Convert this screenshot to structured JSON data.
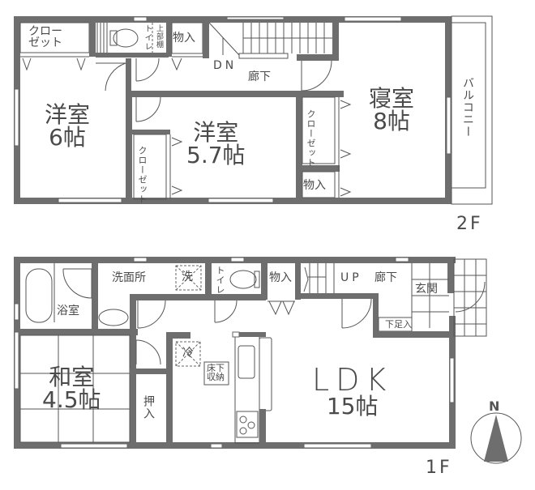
{
  "floor_plan": {
    "floor_2": {
      "label": "2F",
      "rooms": {
        "western_room_1": {
          "name": "洋室",
          "size": "6帖"
        },
        "western_room_2": {
          "name": "洋室",
          "size": "5.7帖"
        },
        "bedroom": {
          "name": "寝室",
          "size": "8帖"
        },
        "closet_1": {
          "line1": "クロー",
          "line2": "ゼット"
        },
        "closet_2": "クローゼット",
        "closet_3": "クローゼット",
        "toilet": "トイレ",
        "upper_shelf": "上部棚",
        "storage_1": "物入",
        "storage_2": "物入",
        "stairs_label": "DN",
        "hallway": "廊下",
        "balcony": "バルコニー"
      }
    },
    "floor_1": {
      "label": "1F",
      "rooms": {
        "bathroom": "浴室",
        "washroom": "洗面所",
        "washer": "洗",
        "toilet": "トイレ",
        "storage": "物入",
        "stairs_label": "UP",
        "hallway": "廊下",
        "entrance": "玄関",
        "shoe_storage": "下足入",
        "japanese_room": {
          "name": "和室",
          "size": "4.5帖"
        },
        "oshiire": "押入",
        "fridge": "冷",
        "underfloor_storage": {
          "line1": "床下",
          "line2": "収納"
        },
        "ldk": {
          "name": "LDK",
          "size": "15帖"
        }
      }
    },
    "compass": {
      "label": "N"
    },
    "colors": {
      "wall": "#6e6e6e",
      "line": "#555555",
      "text": "#4a4a4a",
      "background": "#ffffff"
    }
  }
}
